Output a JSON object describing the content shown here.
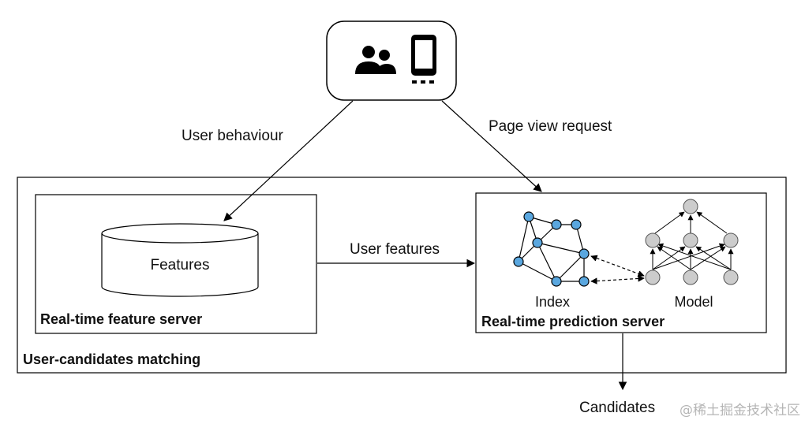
{
  "edge_labels": {
    "user_behaviour": "User behaviour",
    "page_view_request": "Page view request",
    "user_features": "User features",
    "candidates": "Candidates"
  },
  "boxes": {
    "outer_title": "User-candidates matching",
    "feature_server_title": "Real-time feature server",
    "prediction_server_title": "Real-time prediction server",
    "features_db_label": "Features",
    "index_label": "Index",
    "model_label": "Model"
  },
  "icons": {
    "client": [
      "users-icon",
      "mobile-phone-icon"
    ]
  },
  "watermark": "@稀土掘金技术社区",
  "colors": {
    "line": "#000000",
    "index_node": "#5aa7df",
    "model_node": "#cccccc"
  }
}
